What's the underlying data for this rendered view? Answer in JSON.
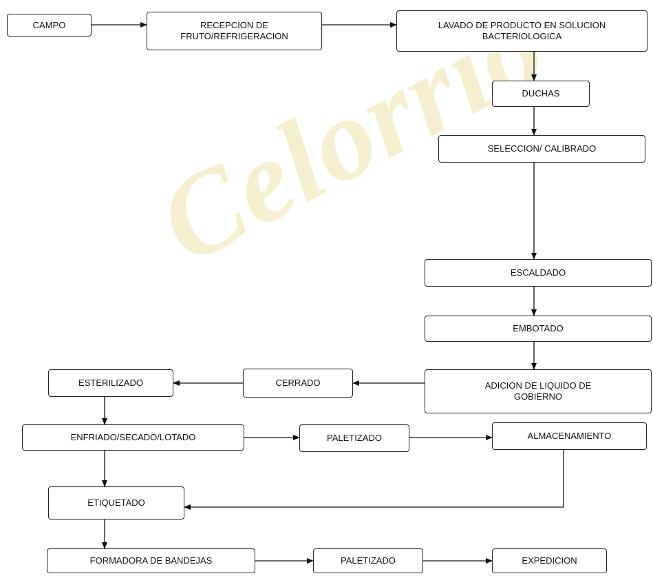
{
  "watermark": {
    "text": "Celorrio",
    "color": "#f0e2a8"
  },
  "nodes": [
    {
      "id": "campo",
      "label": "CAMPO"
    },
    {
      "id": "recepcion",
      "label": "RECEPCION DE\nFRUTO/REFRIGERACION"
    },
    {
      "id": "lavado",
      "label": "LAVADO DE PRODUCTO EN SOLUCION\nBACTERIOLOGICA"
    },
    {
      "id": "duchas",
      "label": "DUCHAS"
    },
    {
      "id": "seleccion",
      "label": "SELECCION/ CALIBRADO"
    },
    {
      "id": "escaldado",
      "label": "ESCALDADO"
    },
    {
      "id": "embotado",
      "label": "EMBOTADO"
    },
    {
      "id": "adicion",
      "label": "ADICION DE LIQUIDO DE\nGOBIERNO"
    },
    {
      "id": "cerrado",
      "label": "CERRADO"
    },
    {
      "id": "esterilizado",
      "label": "ESTERILIZADO"
    },
    {
      "id": "enfriado",
      "label": "ENFRIADO/SECADO/LOTADO"
    },
    {
      "id": "paletizado1",
      "label": "PALETIZADO"
    },
    {
      "id": "almacenamiento",
      "label": "ALMACENAMIENTO"
    },
    {
      "id": "etiquetado",
      "label": "ETIQUETADO"
    },
    {
      "id": "formadora",
      "label": "FORMADORA DE BANDEJAS"
    },
    {
      "id": "paletizado2",
      "label": "PALETIZADO"
    },
    {
      "id": "expedicion",
      "label": "EXPEDICION"
    }
  ],
  "edges": [
    [
      "campo",
      "recepcion"
    ],
    [
      "recepcion",
      "lavado"
    ],
    [
      "lavado",
      "duchas"
    ],
    [
      "duchas",
      "seleccion"
    ],
    [
      "seleccion",
      "escaldado"
    ],
    [
      "escaldado",
      "embotado"
    ],
    [
      "embotado",
      "adicion"
    ],
    [
      "adicion",
      "cerrado"
    ],
    [
      "cerrado",
      "esterilizado"
    ],
    [
      "esterilizado",
      "enfriado"
    ],
    [
      "enfriado",
      "paletizado1"
    ],
    [
      "paletizado1",
      "almacenamiento"
    ],
    [
      "almacenamiento",
      "etiquetado"
    ],
    [
      "enfriado",
      "etiquetado"
    ],
    [
      "etiquetado",
      "formadora"
    ],
    [
      "formadora",
      "paletizado2"
    ],
    [
      "paletizado2",
      "expedicion"
    ]
  ]
}
